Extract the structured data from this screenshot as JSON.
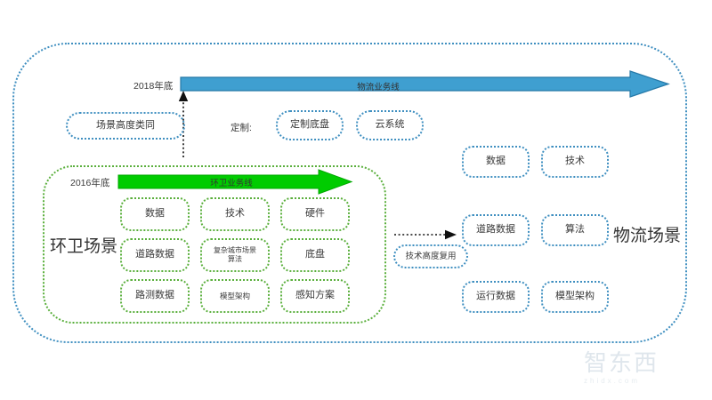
{
  "diagram": {
    "type": "architecture-comparison",
    "colors": {
      "blue_dotted": "#3f8fc0",
      "green_dotted": "#5aaf3c",
      "blue_arrow": "#3f9fd0",
      "blue_arrow_outline": "#2579a8",
      "green_arrow": "#00cc00",
      "text": "#3a3a3a"
    },
    "outer_container": {
      "name": "logistics-scenario-container"
    },
    "green_container": {
      "name": "sanitation-scenario-container"
    },
    "scene_labels": {
      "sanitation": "环卫场景",
      "logistics": "物流场景"
    },
    "timeline": {
      "logistics_year": "2018年底",
      "sanitation_year": "2016年底"
    },
    "arrows": {
      "logistics_business_line": "物流业务线",
      "sanitation_business_line": "环卫业务线",
      "reuse_label": "技术高度复用",
      "vertical_connector": "upward-dotted-arrow"
    },
    "similarity_pill": "场景高度类同",
    "customization": {
      "label": "定制:",
      "items": [
        "定制底盘",
        "云系统"
      ]
    },
    "sanitation_items": [
      "数据",
      "技术",
      "硬件",
      "道路数据",
      "复杂城市场景\n算法",
      "底盘",
      "路测数据",
      "模型架构",
      "感知方案"
    ],
    "sanitation_grid": {
      "row1": [
        "数据",
        "技术",
        "硬件"
      ],
      "row2": [
        "道路数据",
        "复杂城市场景",
        "底盘"
      ],
      "row2_line2": "算法",
      "row3": [
        "路测数据",
        "模型架构",
        "感知方案"
      ]
    },
    "logistics_items": {
      "row1": [
        "数据",
        "技术"
      ],
      "row2": [
        "道路数据",
        "算法"
      ],
      "row3": [
        "运行数据",
        "模型架构"
      ]
    }
  },
  "watermark": {
    "cn": "智东西",
    "en": "zhidx.com"
  }
}
